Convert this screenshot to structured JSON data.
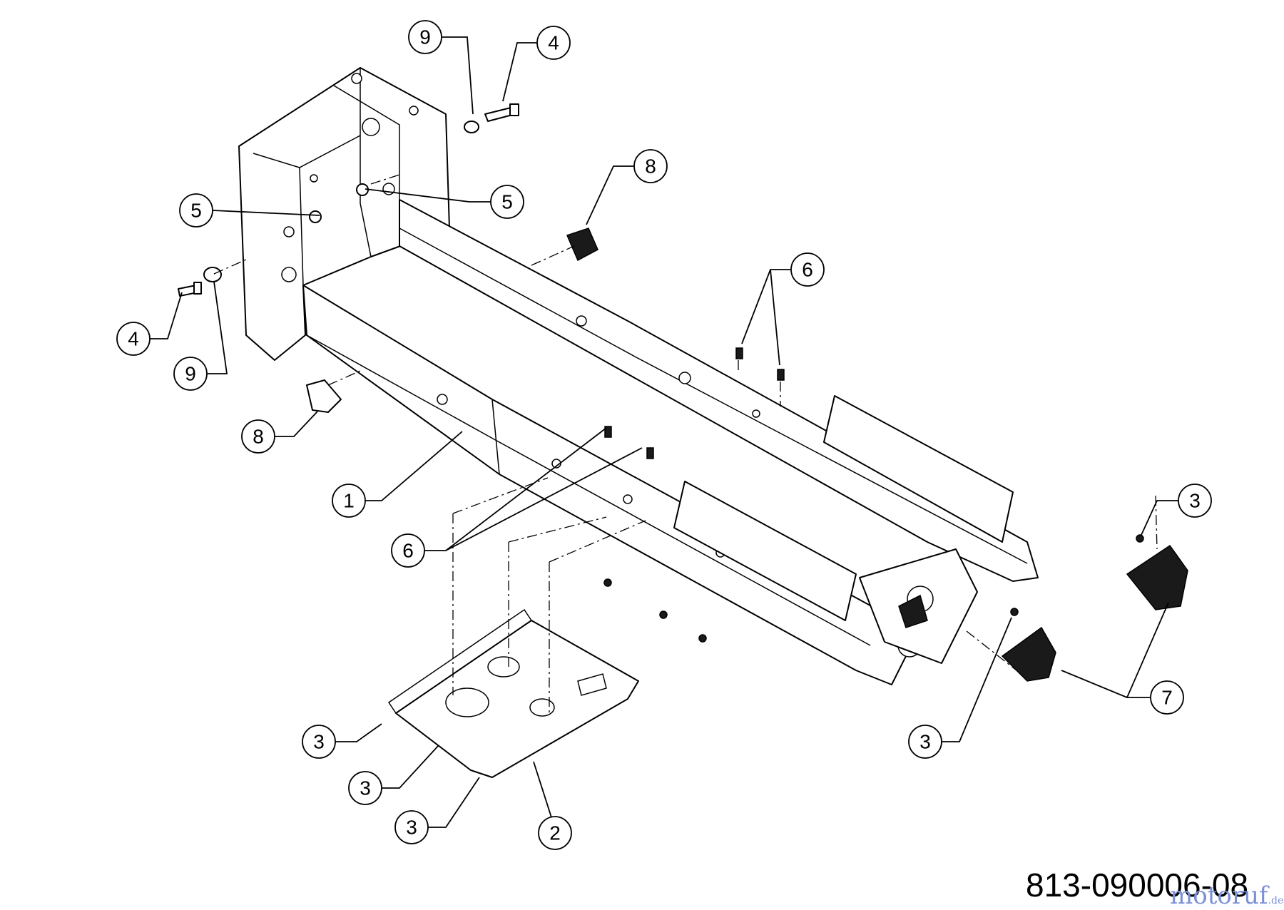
{
  "drawing_number": "813-090006-08",
  "watermark": {
    "main": "motoruf",
    "tld": ".de"
  },
  "callouts": [
    {
      "id": "c9-top",
      "label": "9"
    },
    {
      "id": "c4-top",
      "label": "4"
    },
    {
      "id": "c8-top",
      "label": "8"
    },
    {
      "id": "c5-left",
      "label": "5"
    },
    {
      "id": "c5-right",
      "label": "5"
    },
    {
      "id": "c6-right",
      "label": "6"
    },
    {
      "id": "c4-left",
      "label": "4"
    },
    {
      "id": "c9-left",
      "label": "9"
    },
    {
      "id": "c8-left",
      "label": "8"
    },
    {
      "id": "c1",
      "label": "1"
    },
    {
      "id": "c6-bottom",
      "label": "6"
    },
    {
      "id": "c3-right-top",
      "label": "3"
    },
    {
      "id": "c7",
      "label": "7"
    },
    {
      "id": "c3-right-bottom",
      "label": "3"
    },
    {
      "id": "c3-plate-1",
      "label": "3"
    },
    {
      "id": "c3-plate-2",
      "label": "3"
    },
    {
      "id": "c3-plate-3",
      "label": "3"
    },
    {
      "id": "c2",
      "label": "2"
    }
  ]
}
